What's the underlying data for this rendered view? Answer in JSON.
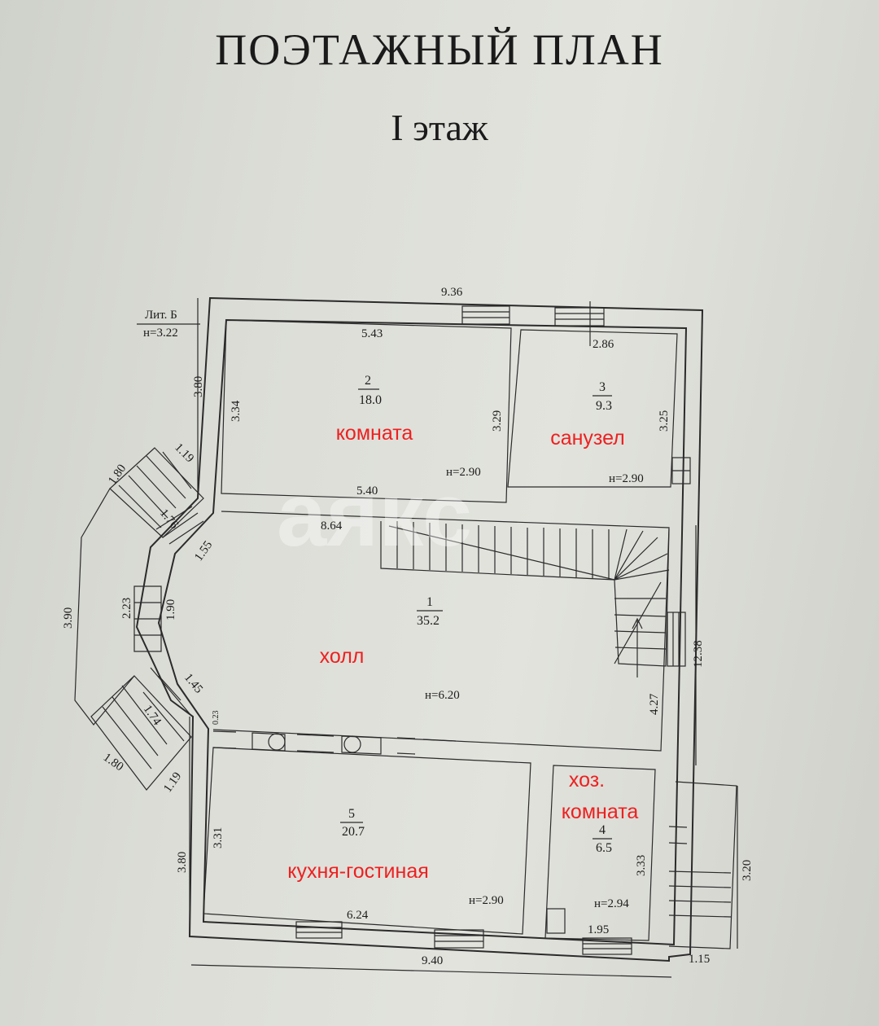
{
  "title": "ПОЭТАЖНЫЙ ПЛАН",
  "floor": "I этаж",
  "lit": {
    "name": "Лит. Б",
    "height": "н=3.22"
  },
  "watermark": "аякс",
  "rooms": [
    {
      "number": "2",
      "area": "18.0",
      "height": "н=2.90",
      "label": "комната"
    },
    {
      "number": "3",
      "area": "9.3",
      "height": "н=2.90",
      "label": "санузел"
    },
    {
      "number": "1",
      "area": "35.2",
      "height": "н=6.20",
      "label": "холл"
    },
    {
      "number": "5",
      "area": "20.7",
      "height": "н=2.90",
      "label": "кухня-гостиная"
    },
    {
      "number": "4",
      "area": "6.5",
      "height": "н=2.94",
      "label_line1": "хоз.",
      "label_line2": "комната"
    }
  ],
  "dimensions": {
    "top_total": "9.36",
    "room2_width": "5.43",
    "room3_width": "2.86",
    "room2_left": "3.34",
    "room2_right": "3.29",
    "room3_right": "3.25",
    "outer_left_top": "3.80",
    "room2_bottom": "5.40",
    "hall_top": "8.64",
    "stair_top_a": "1.19",
    "stair_top_b": "1.80",
    "stair_top_c": "1.76",
    "stair_top_d": "1.55",
    "porch_outer": "3.90",
    "porch_mid_a": "2.23",
    "porch_mid_b": "1.90",
    "stair_bot_a": "1.45",
    "stair_bot_b": "1.74",
    "stair_bot_c": "1.80",
    "stair_bot_d": "1.19",
    "wall_small": "0.23",
    "right_total": "12.38",
    "hall_right": "4.27",
    "room5_left": "3.31",
    "outer_left_bottom": "3.80",
    "room5_bottom": "6.24",
    "bottom_total": "9.40",
    "room4_right": "3.33",
    "room4_bottom": "1.95",
    "porch_right": "3.20",
    "porch_bottom": "1.15"
  }
}
